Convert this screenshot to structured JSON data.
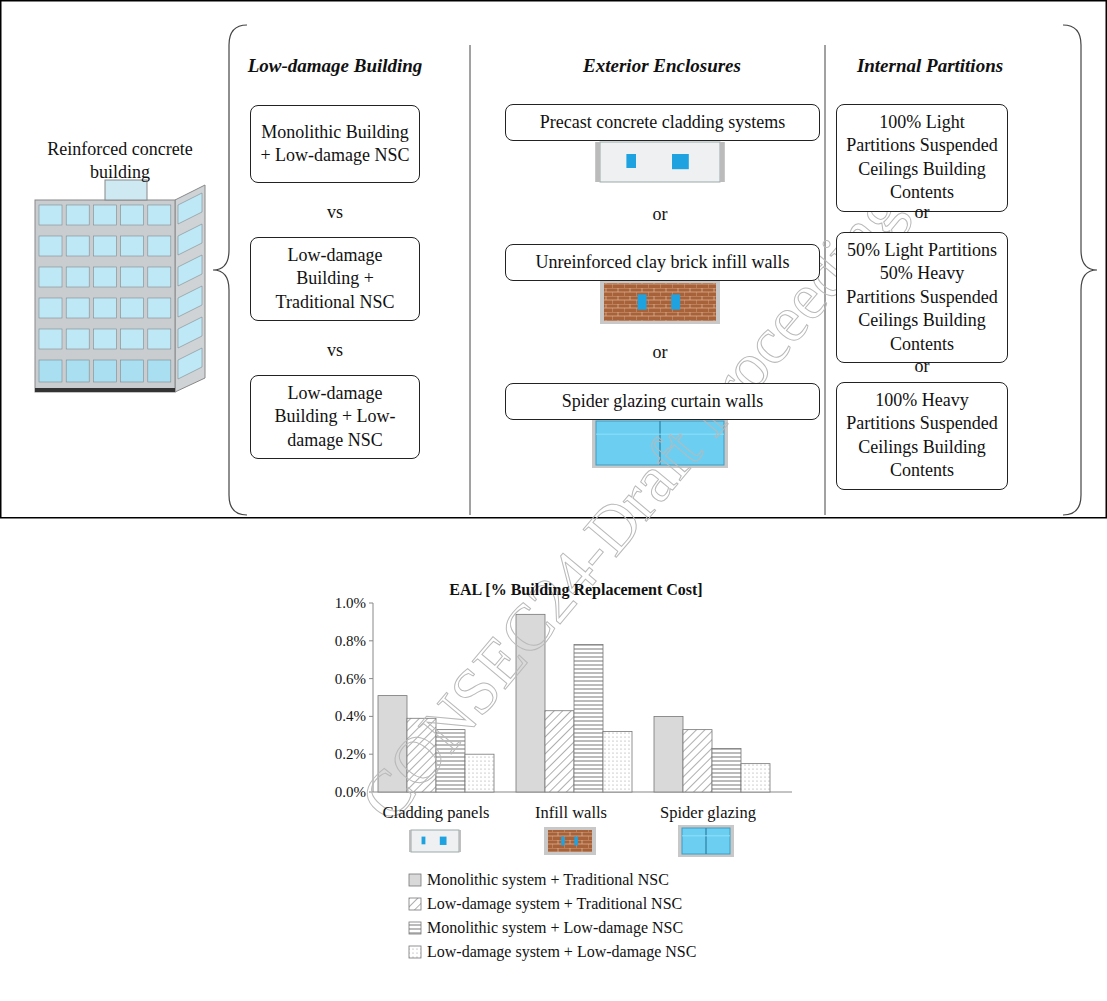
{
  "diagram": {
    "title": "EAL [% Building Replacement Cost]",
    "nodes": [
      {
        "text": [
          "Monolithic Building + Low-damage NSC"
        ]
      },
      {
        "text": [
          "Low-damage Building + Traditional NSC"
        ]
      },
      {
        "text": [
          "Low-damage Building + Low-damage NSC"
        ]
      },
      {
        "text": [
          "Precast concrete cladding systems"
        ]
      },
      {
        "text": [
          "Unreinforced clay brick infill walls"
        ]
      },
      {
        "text": [
          "Spider glazing curtain walls"
        ]
      },
      {
        "text": [
          "100% Light Partitions Suspended Ceilings Building Contents"
        ]
      },
      {
        "text": [
          "50% Light Partitions 50% Heavy Partitions Suspended Ceilings Building Contents"
        ]
      },
      {
        "text": [
          "100% Heavy Partitions Suspended Ceilings Building Contents"
        ]
      }
    ],
    "labels": [
      "Reinforced concrete building",
      "Low-damage Building",
      "Exterior Enclosures",
      "Internal Partitions",
      "vs",
      "vs",
      "or",
      "or",
      "or",
      "or",
      "1.0%",
      "0.8%",
      "0.6%",
      "0.4%",
      "0.2%",
      "0.0%",
      "Cladding panels",
      "Infill walls",
      "Spider glazing",
      "CONSEC24-Draft Proceedings"
    ],
    "legend": [
      {
        "text": "Monolithic system + Traditional NSC",
        "color": "#d9d9d9"
      },
      {
        "text": "Low-damage system + Traditional NSC"
      },
      {
        "text": "Monolithic system + Low-damage NSC"
      },
      {
        "text": "Low-damage system + Low-damage NSC"
      }
    ]
  }
}
